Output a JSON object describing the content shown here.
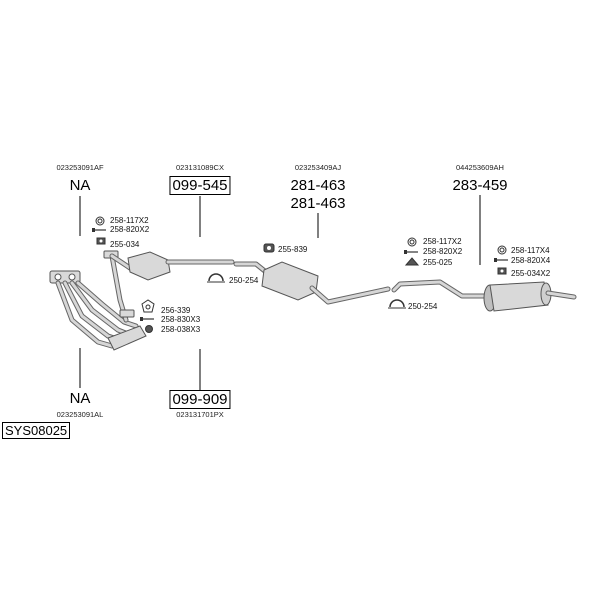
{
  "system_id": "SYS08025",
  "top_codes": {
    "manifold_top": "023253091AF",
    "cat_top": "023131089CX",
    "middle": "023253409AJ",
    "rear": "044253609AH"
  },
  "bottom_codes": {
    "manifold_bottom": "023253091AL",
    "cat_bottom": "023131701PX"
  },
  "big_labels": {
    "na_top": "NA",
    "cat_top": "099-545",
    "middle_1": "281-463",
    "middle_2": "281-463",
    "rear": "283-459",
    "na_bottom": "NA",
    "cat_bottom": "099-909"
  },
  "parts": {
    "p1": "258-117X2",
    "p2": "258-820X2",
    "p3": "255-034",
    "p4": "250-254",
    "p5": "256-339",
    "p6": "258-830X3",
    "p7": "258-038X3",
    "p8": "255-839",
    "p9": "258-117X2",
    "p10": "258-820X2",
    "p11": "255-025",
    "p12": "250-254",
    "p13": "258-117X4",
    "p14": "258-820X4",
    "p15": "255-034X2"
  }
}
